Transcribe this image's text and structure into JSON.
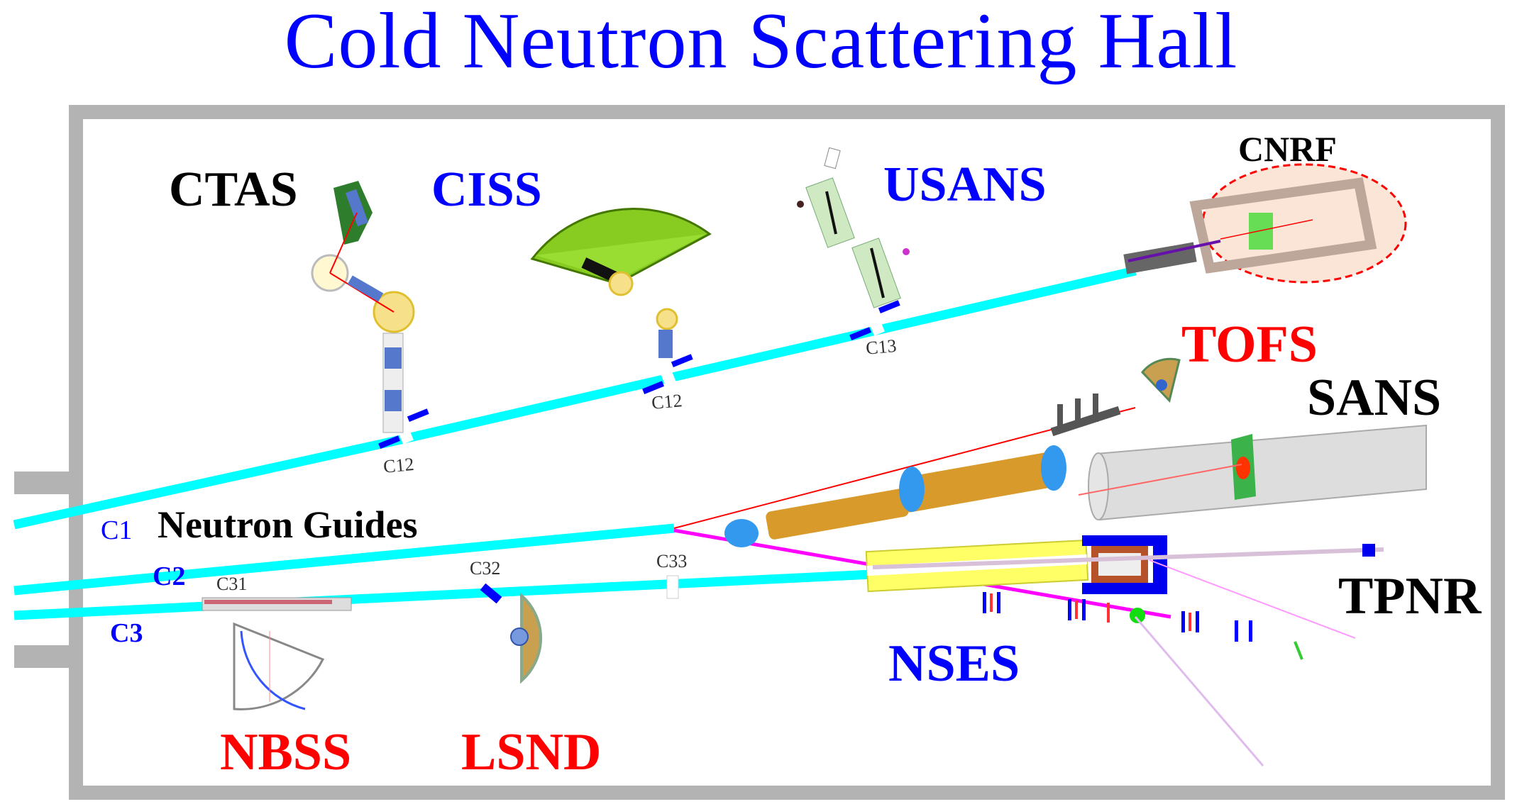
{
  "title": "Cold Neutron Scattering Hall",
  "colors": {
    "guide": "#00ffff",
    "wall": "#b3b3b3",
    "blue_label": "#0000ff",
    "red_label": "#ff0000",
    "black_label": "#000000",
    "cnrf_fill": "#fbe5d6",
    "cnrf_border": "#ff0000"
  },
  "guides": {
    "heading": "Neutron Guides",
    "items": [
      {
        "id": "C1",
        "label": "C1"
      },
      {
        "id": "C2",
        "label": "C2"
      },
      {
        "id": "C3",
        "label": "C3"
      }
    ]
  },
  "channels": [
    {
      "label": "C12",
      "position": "CTAS"
    },
    {
      "label": "C12",
      "position": "CISS"
    },
    {
      "label": "C13",
      "position": "USANS"
    },
    {
      "label": "C31",
      "position": "NBSS"
    },
    {
      "label": "C32",
      "position": "LSND"
    },
    {
      "label": "C33",
      "position": "C2/C3 split"
    }
  ],
  "instruments": [
    {
      "id": "CTAS",
      "label": "CTAS",
      "color": "black"
    },
    {
      "id": "CISS",
      "label": "CISS",
      "color": "blue"
    },
    {
      "id": "USANS",
      "label": "USANS",
      "color": "blue"
    },
    {
      "id": "CNRF",
      "label": "CNRF",
      "color": "black"
    },
    {
      "id": "TOFS",
      "label": "TOFS",
      "color": "red"
    },
    {
      "id": "SANS",
      "label": "SANS",
      "color": "black"
    },
    {
      "id": "TPNR",
      "label": "TPNR",
      "color": "black"
    },
    {
      "id": "NSES",
      "label": "NSES",
      "color": "blue"
    },
    {
      "id": "NBSS",
      "label": "NBSS",
      "color": "red"
    },
    {
      "id": "LSND",
      "label": "LSND",
      "color": "red"
    }
  ]
}
